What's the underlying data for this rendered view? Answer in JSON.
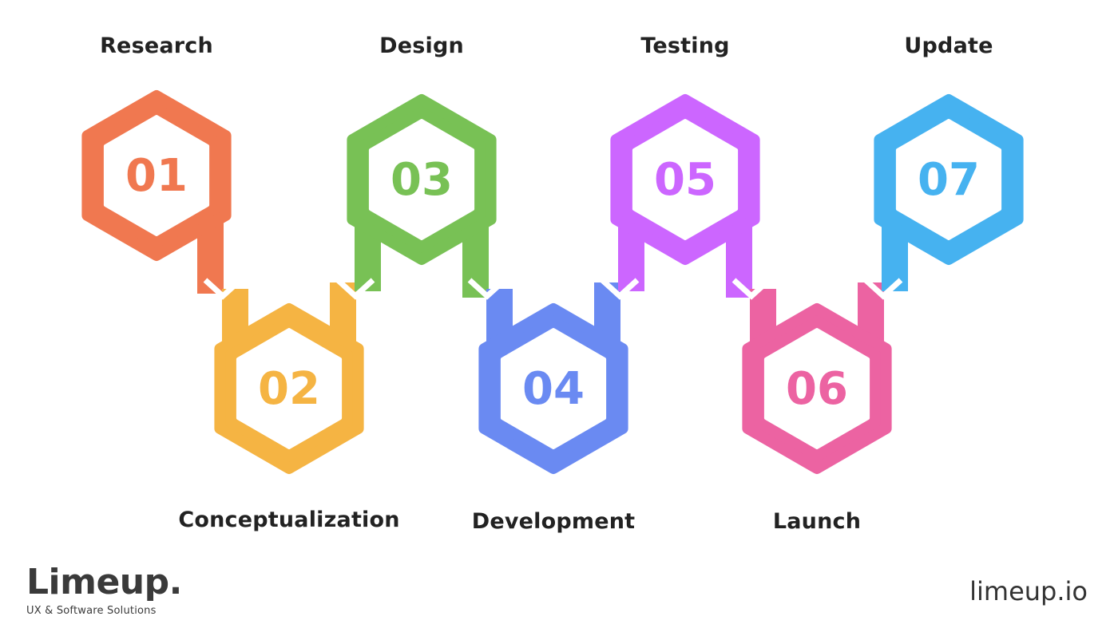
{
  "steps": [
    {
      "num": "01",
      "label": "Research",
      "color": "#F07850"
    },
    {
      "num": "02",
      "label": "Conceptualization",
      "color": "#F5B443"
    },
    {
      "num": "03",
      "label": "Design",
      "color": "#78C155"
    },
    {
      "num": "04",
      "label": "Development",
      "color": "#6A8AF2"
    },
    {
      "num": "05",
      "label": "Testing",
      "color": "#CC66FF"
    },
    {
      "num": "06",
      "label": "Launch",
      "color": "#EC63A2"
    },
    {
      "num": "07",
      "label": "Update",
      "color": "#46B2F0"
    }
  ],
  "brand": {
    "name": "Limeup.",
    "tagline": "UX & Software Solutions"
  },
  "site": "limeup.io"
}
